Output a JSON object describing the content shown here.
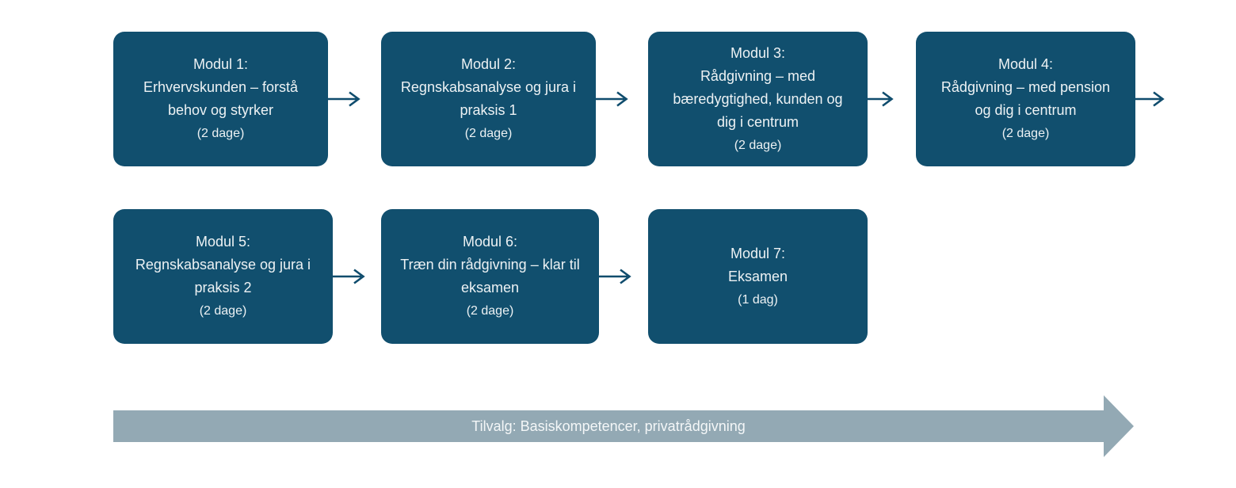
{
  "colors": {
    "module_box": "#114F6E",
    "flow_arrow": "#0F4C6D",
    "timeline_arrow": "#93A9B4",
    "box_text": "#EDF2F4",
    "timeline_text": "#F4F7F8"
  },
  "modules": [
    {
      "title": "Modul 1:",
      "body": "Erhvervskunden – forstå\nbehov og styrker",
      "duration": "(2 dage)"
    },
    {
      "title": "Modul 2:",
      "body": "Regnskabsanalyse og jura i\npraksis 1",
      "duration": "(2 dage)"
    },
    {
      "title": "Modul 3:",
      "body": "Rådgivning – med\nbæredygtighed, kunden og\ndig i centrum",
      "duration": "(2 dage)"
    },
    {
      "title": "Modul 4:",
      "body": "Rådgivning – med pension\nog dig i centrum",
      "duration": "(2 dage)"
    },
    {
      "title": "Modul 5:",
      "body": "Regnskabsanalyse og jura i\npraksis 2",
      "duration": "(2 dage)"
    },
    {
      "title": "Modul 6:",
      "body": "Træn din rådgivning – klar til\neksamen",
      "duration": "(2 dage)"
    },
    {
      "title": "Modul 7:",
      "body": "Eksamen",
      "duration": "(1 dag)"
    }
  ],
  "timeline": {
    "label": "Tilvalg: Basiskompetencer, privatrådgivning"
  }
}
